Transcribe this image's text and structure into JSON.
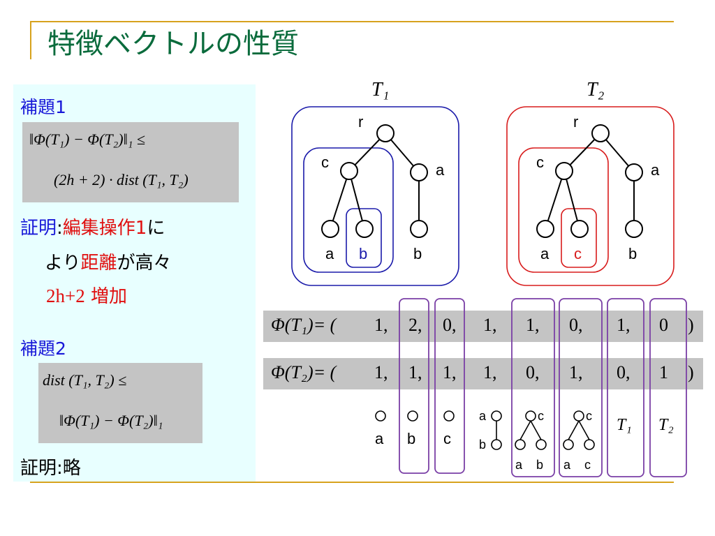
{
  "slide": {
    "title": "特徴ベクトルの性質"
  },
  "left": {
    "lemma1_label": "補題1",
    "lemma1_formula_line1": "‖Φ(T₁) − Φ(T₂)‖₁  ≤",
    "lemma1_formula_line2": "(2h + 2) · dist (T₁, T₂)",
    "proof1_head": "証明",
    "proof1_colon": ":",
    "proof1_red1": "編集操作1",
    "proof1_ni": "に",
    "proof1_line2_a": "より",
    "proof1_line2_red": "距離",
    "proof1_line2_b": "が高々",
    "proof1_line3_expr": "2h+2",
    "proof1_line3_inc": "増加",
    "lemma2_label": "補題2",
    "lemma2_formula_line1": "dist (T₁, T₂) ≤",
    "lemma2_formula_line2": "‖Φ(T₁) − Φ(T₂)‖₁",
    "proof2": "証明:略"
  },
  "trees": {
    "t1_label": "T₁",
    "t2_label": "T₂",
    "t1_nodes": {
      "root": "r",
      "left": "c",
      "right": "a",
      "leaf1": "a",
      "leaf2": "b",
      "leaf3": "b"
    },
    "t2_nodes": {
      "root": "r",
      "left": "c",
      "right": "a",
      "leaf1": "a",
      "leaf2": "c",
      "leaf3": "b"
    }
  },
  "vectors": {
    "phi1_label": "Φ(T₁)= (",
    "phi1_values": [
      "1,",
      "2,",
      "0,",
      "1,",
      "1,",
      "0,",
      "1,",
      "0"
    ],
    "phi1_close": ")",
    "phi2_label": "Φ(T₂)= (",
    "phi2_values": [
      "1,",
      "1,",
      "1,",
      "1,",
      "0,",
      "1,",
      "0,",
      "1"
    ],
    "phi2_close": ")"
  },
  "features": {
    "f1": "a",
    "f2": "b",
    "f3": "c",
    "f4_top": "a",
    "f4_bottom": "b",
    "f5_top": "c",
    "f5_left": "a",
    "f5_right": "b",
    "f6_top": "c",
    "f6_left": "a",
    "f6_right": "c",
    "f7": "T₁",
    "f8": "T₂"
  },
  "colors": {
    "title": "#0a6b3c",
    "accent_line": "#d7a21d",
    "t1_box": "#1a1aaa",
    "t2_box": "#d81c1c",
    "feature_box": "#7a3fa6",
    "panel_bg": "#e8ffff",
    "formula_bg": "#c4c4c4",
    "lemma_text": "#1818d8",
    "highlight_text": "#e01010"
  }
}
